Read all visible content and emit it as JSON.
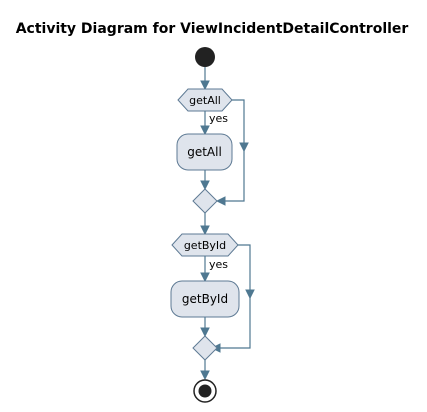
{
  "diagram": {
    "title": "Activity Diagram for ViewIncidentDetailController",
    "decisions": [
      {
        "guard": "getAll",
        "yes_label": "yes",
        "action": "getAll"
      },
      {
        "guard": "getById",
        "yes_label": "yes",
        "action": "getById"
      }
    ],
    "colors": {
      "node_fill": "#dfe4ec",
      "node_border": "#5e7a94",
      "edge": "#4f7891",
      "start_end": "#222222"
    }
  }
}
